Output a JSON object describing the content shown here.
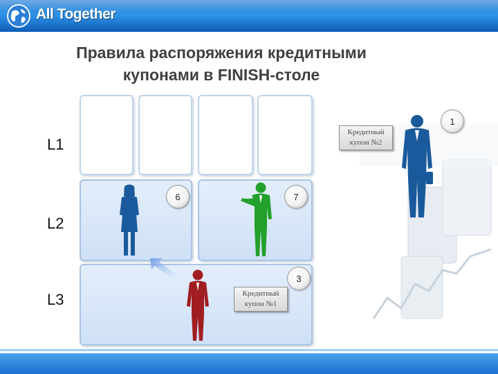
{
  "header": {
    "logo_text": "All Together",
    "logo_icon": "globe-icon",
    "color": "#1f7ad4"
  },
  "title": {
    "line1": "Правила распоряжения кредитными",
    "line2": "купонами в FINISH-столе"
  },
  "levels": [
    "L1",
    "L2",
    "L3"
  ],
  "badges": {
    "b1": "1",
    "b6": "6",
    "b7": "7",
    "b3": "3"
  },
  "coupons": {
    "c2": {
      "line1": "Кредитный",
      "line2": "купон №2"
    },
    "c1": {
      "line1": "Кредитный",
      "line2": "купон №1"
    }
  },
  "people": {
    "p1": {
      "icon": "businessman-icon",
      "color": "#1a5a9c"
    },
    "p6": {
      "icon": "businesswoman-icon",
      "color": "#1a5a9c"
    },
    "p7": {
      "icon": "businessman-icon",
      "color": "#22a02a"
    },
    "p3": {
      "icon": "businessman-icon",
      "color": "#a01e22"
    }
  },
  "arrow_color": "#6f9ee6"
}
